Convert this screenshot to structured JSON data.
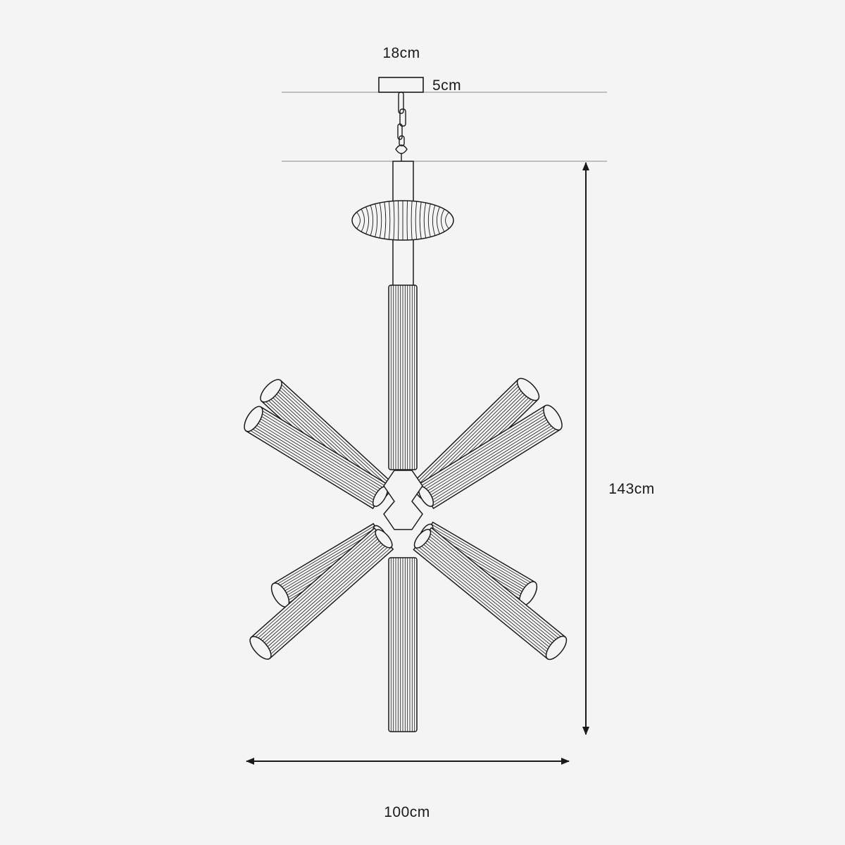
{
  "dimensions": {
    "canopy_width": "18cm",
    "canopy_height": "5cm",
    "total_height": "143cm",
    "total_width": "100cm"
  },
  "colors": {
    "background": "#f4f4f4",
    "line": "#1a1a1a",
    "guide": "#8a8a8a"
  }
}
